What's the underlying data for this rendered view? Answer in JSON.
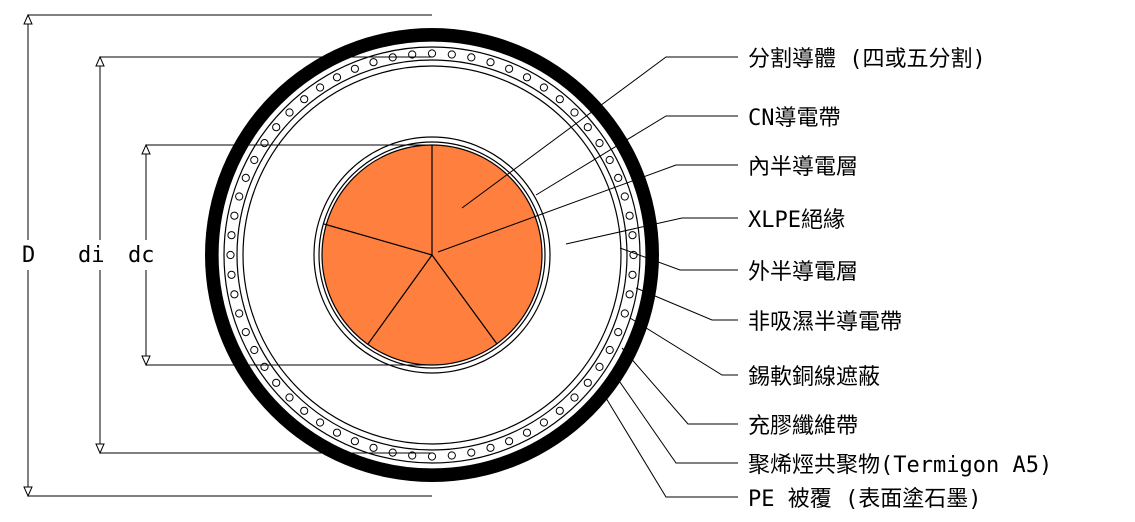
{
  "dimensions": {
    "outer": "D",
    "insulation": "di",
    "conductor": "dc"
  },
  "labels": [
    "分割導體 (四或五分割)",
    "CN導電帶",
    "內半導電層",
    "XLPE絕緣",
    "外半導電層",
    "非吸濕半導電帶",
    "錫軟銅線遮蔽",
    "充膠纖維帶",
    "聚烯烴共聚物(Termigon A5)",
    "PE 被覆 (表面塗石墨)"
  ],
  "colors": {
    "conductor_fill": "#ff7f3f",
    "jacket": "#000000",
    "line": "#000000",
    "background": "#ffffff"
  }
}
